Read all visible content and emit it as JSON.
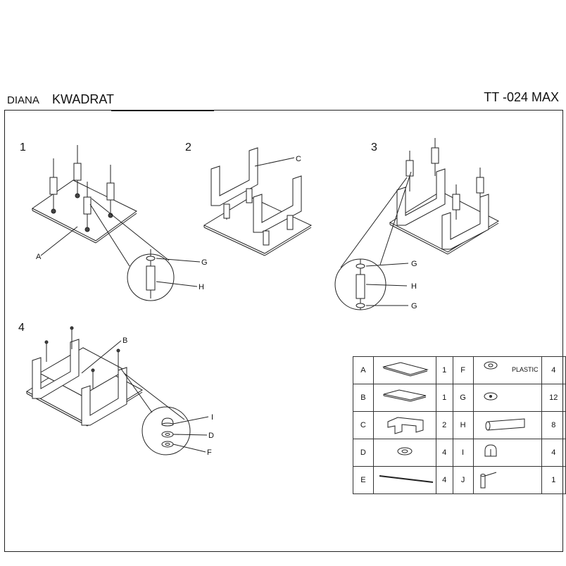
{
  "header": {
    "brand": "DIANA",
    "model": "KWADRAT",
    "code": "TT -024 MAX"
  },
  "steps": [
    "1",
    "2",
    "3",
    "4"
  ],
  "callouts": {
    "step1": {
      "a": "A",
      "g": "G",
      "h": "H"
    },
    "step2": {
      "c": "C"
    },
    "step3": {
      "g_top": "G",
      "h": "H",
      "g_bottom": "G"
    },
    "step4": {
      "b": "B",
      "i": "I",
      "d": "D",
      "f": "F"
    }
  },
  "parts": [
    {
      "letter": "A",
      "icon": "table-top-a",
      "qty": "1",
      "letter2": "F",
      "icon2": "plastic-washer",
      "note2": "PLASTIC",
      "qty2": "4"
    },
    {
      "letter": "B",
      "icon": "shelf-b",
      "qty": "1",
      "letter2": "G",
      "icon2": "small-washer",
      "note2": "",
      "qty2": "12"
    },
    {
      "letter": "C",
      "icon": "frame-c",
      "qty": "2",
      "letter2": "H",
      "icon2": "tube-spacer",
      "note2": "",
      "qty2": "8"
    },
    {
      "letter": "D",
      "icon": "washer-d",
      "qty": "4",
      "letter2": "I",
      "icon2": "cap-nut",
      "note2": "",
      "qty2": "4"
    },
    {
      "letter": "E",
      "icon": "threaded-rod",
      "qty": "4",
      "letter2": "J",
      "icon2": "allen-key",
      "note2": "",
      "qty2": "1"
    }
  ]
}
